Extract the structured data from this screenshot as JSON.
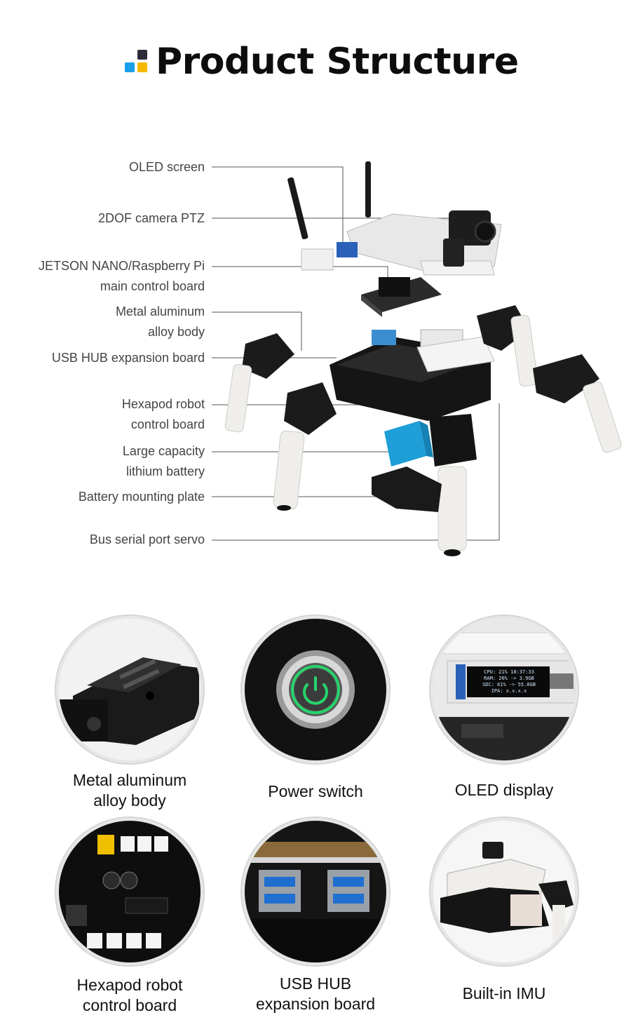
{
  "header": {
    "title": "Product Structure",
    "logo_colors": [
      "#2b2b3a",
      "#1aa0e8",
      "#f5b800"
    ]
  },
  "diagram": {
    "labels": [
      [
        "OLED screen"
      ],
      [
        "2DOF camera PTZ"
      ],
      [
        "JETSON NANO/Raspberry Pi",
        "main control board"
      ],
      [
        "Metal aluminum",
        "alloy body"
      ],
      [
        "USB HUB expansion board"
      ],
      [
        "Hexapod robot",
        "control board"
      ],
      [
        "Large capacity",
        "lithium battery"
      ],
      [
        "Battery mounting plate"
      ],
      [
        "Bus serial port servo"
      ]
    ]
  },
  "features": [
    {
      "icon": "metal-body-photo",
      "lines": [
        "Metal aluminum",
        "alloy body"
      ]
    },
    {
      "icon": "power-switch-photo",
      "lines": [
        "Power switch"
      ]
    },
    {
      "icon": "oled-display-photo",
      "lines": [
        "OLED display"
      ]
    },
    {
      "icon": "control-board-photo",
      "lines": [
        "Hexapod robot",
        "control board"
      ]
    },
    {
      "icon": "usb-hub-photo",
      "lines": [
        "USB HUB",
        "expansion board"
      ]
    },
    {
      "icon": "imu-robot-photo",
      "lines": [
        "Built-in IMU"
      ]
    }
  ],
  "oled_screen_text": [
    "CPU: 21% 18:37:33",
    "RAM: 26% -> 3.9GB",
    "SDC: 61% -> 55.0GB",
    "IPA: x.x.x.x"
  ],
  "colors": {
    "accent_blue": "#1aa0e8",
    "accent_yellow": "#f5b800",
    "dark": "#2b2b3a",
    "battery": "#1e9fd8",
    "power_ring": "#27d36b"
  }
}
